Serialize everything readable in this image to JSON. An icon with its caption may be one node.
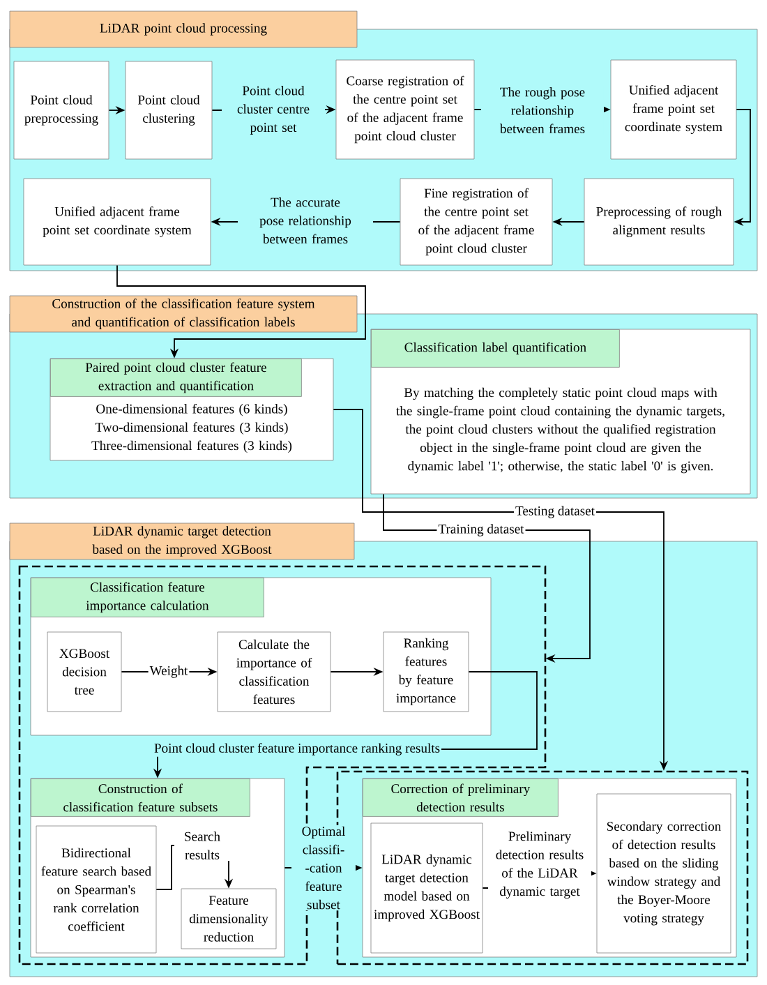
{
  "diagram": {
    "nodes": [
      {
        "text": [
          "LiDAR point cloud processing"
        ]
      },
      {
        "text": [
          "Point cloud preprocessing"
        ],
        "in": 0
      },
      {
        "text": [
          "Point cloud clustering"
        ],
        "in": 0
      },
      {
        "text": [
          "Coarse registration of the centre point set of the adjacent frame point cloud cluster"
        ],
        "in": 0
      },
      {
        "text": [
          "Unified adjacent frame point set coordinate system"
        ],
        "in": 0
      },
      {
        "text": [
          "Preprocessing of rough alignment results"
        ],
        "in": 0
      },
      {
        "text": [
          "Fine registration of the centre point set of the adjacent frame point cloud cluster"
        ],
        "in": 0
      },
      {
        "text": [
          "Unified adjacent frame point set coordinate system"
        ],
        "in": 0
      },
      {
        "text": [
          "Construction of the classification feature system and quantification of classification labels"
        ]
      },
      {
        "text": [
          "Paired point cloud cluster feature extraction and quantification",
          "One-dimensional features (6 kinds)",
          "Two-dimensional features (3 kinds)",
          "Three-dimensional features (3 kinds)"
        ],
        "in": 8
      },
      {
        "text": [
          "Classification label quantification",
          "By matching the completely static point cloud maps with the single-frame point cloud containing the dynamic targets, the point cloud clusters without the qualified registration object in the single-frame point cloud are given the dynamic label '1'; otherwise, the static label '0' is given."
        ],
        "in": 8
      },
      {
        "text": [
          "LiDAR dynamic target detection based on the improved XGBoost"
        ]
      },
      {
        "text": [],
        "shape": "box",
        "in": 11
      },
      {
        "text": [
          "Classification feature importance calculation"
        ],
        "in": 12
      },
      {
        "text": [
          "XGBoost decision tree"
        ],
        "in": 13
      },
      {
        "text": [
          "Calculate the importance of classification features"
        ],
        "in": 13
      },
      {
        "text": [
          "Ranking features by feature importance"
        ],
        "in": 13
      },
      {
        "text": [
          "Construction of classification feature subsets"
        ],
        "in": 12
      },
      {
        "text": [
          "Bidirectional feature search based on Spearman's rank correlation coefficient"
        ],
        "in": 17
      },
      {
        "text": [
          "Feature dimensionality reduction"
        ],
        "in": 17
      },
      {
        "text": [],
        "shape": "box",
        "in": 11
      },
      {
        "text": [
          "Correction of preliminary detection results"
        ],
        "in": 20
      },
      {
        "text": [
          "LiDAR dynamic target detection model based on improved XGBoost"
        ],
        "in": 21
      },
      {
        "text": [
          "Secondary correction of detection results based on the sliding window strategy and the Boyer-Moore voting strategy"
        ],
        "in": 21
      }
    ],
    "edges": [
      {
        "from": 1,
        "to": 2,
        "arrow": "to"
      },
      {
        "from": 2,
        "to": 3,
        "arrow": "to",
        "label": "Point cloud cluster centre point set"
      },
      {
        "from": 3,
        "to": 4,
        "arrow": "to",
        "label": "The rough pose relationship between frames"
      },
      {
        "from": 4,
        "to": 5,
        "arrow": "to"
      },
      {
        "from": 5,
        "to": 6,
        "arrow": "to"
      },
      {
        "from": 6,
        "to": 7,
        "arrow": "to",
        "label": "The accurate pose relationship between frames"
      },
      {
        "from": 7,
        "to": 9,
        "arrow": "to"
      },
      {
        "from": 9,
        "to": 20,
        "arrow": "to",
        "label": "Testing dataset"
      },
      {
        "from": 10,
        "to": 12,
        "arrow": "to",
        "label": "Training dataset"
      },
      {
        "from": 14,
        "to": 15,
        "arrow": "to",
        "label": "Weight"
      },
      {
        "from": 15,
        "to": 16,
        "arrow": "to"
      },
      {
        "from": 16,
        "to": 17,
        "arrow": "to",
        "label": "Point cloud cluster feature importance ranking results"
      },
      {
        "from": 18,
        "to": 19,
        "arrow": "to",
        "label": "Search results"
      },
      {
        "from": 17,
        "to": 21,
        "arrow": "to",
        "label": "Optimal classifi- -cation feature subset"
      },
      {
        "from": 22,
        "to": 23,
        "arrow": "to",
        "label": "Preliminary detection results of the LiDAR dynamic target"
      }
    ]
  }
}
